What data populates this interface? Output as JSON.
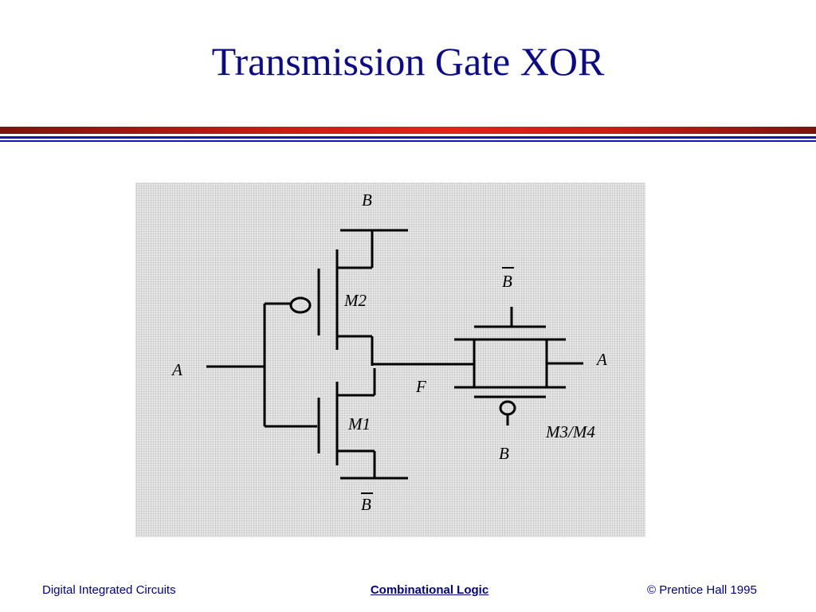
{
  "slide": {
    "title": "Transmission Gate XOR"
  },
  "diagram": {
    "labels": {
      "b_top": "B",
      "b_bar_top": "B",
      "m2": "M2",
      "a_input": "A",
      "f_output": "F",
      "m1": "M1",
      "b_bar_bottom": "B",
      "a_right": "A",
      "m3m4": "M3/M4",
      "b_tg_bottom": "B"
    }
  },
  "footer": {
    "left": "Digital Integrated Circuits",
    "center": "Combinational Logic",
    "right": "© Prentice Hall 1995"
  }
}
